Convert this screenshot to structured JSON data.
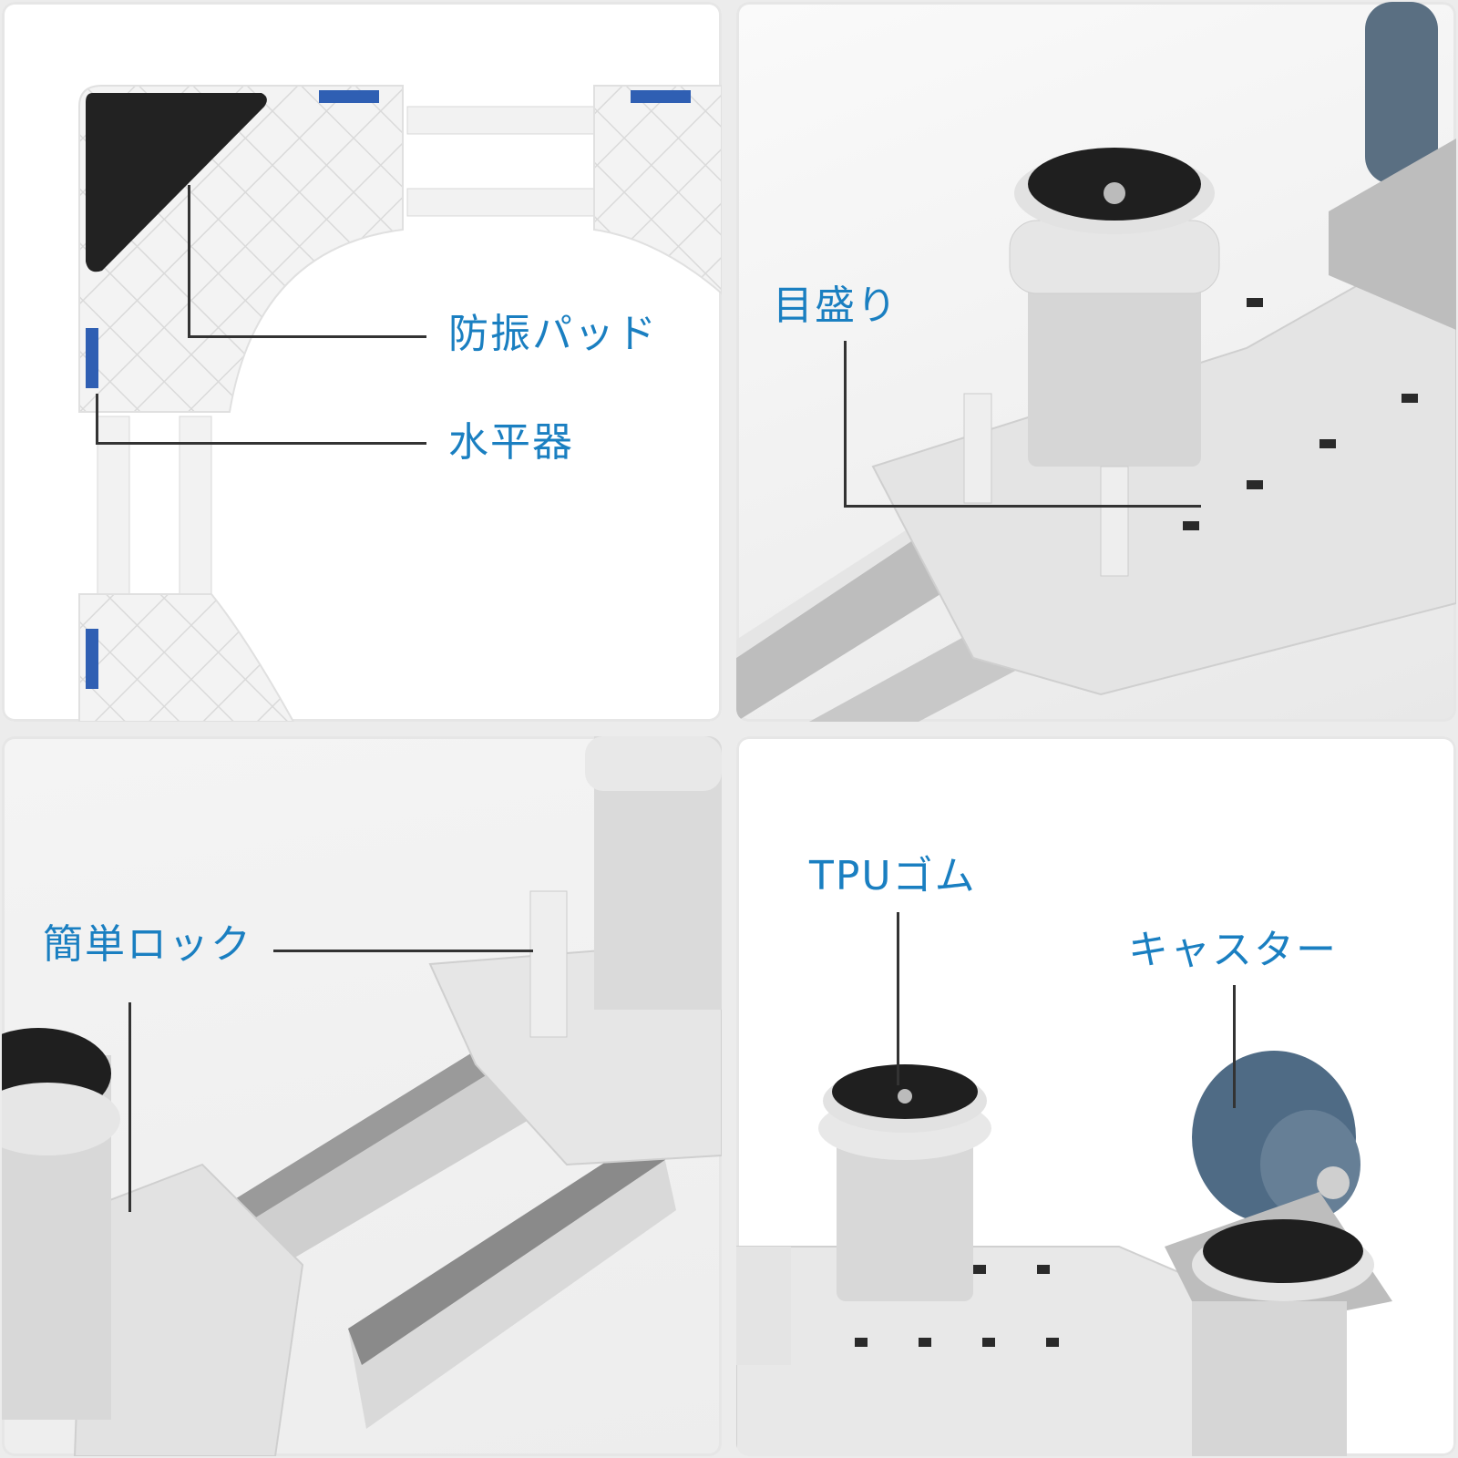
{
  "panels": [
    {
      "id": "top-left",
      "description": "Top view of corner frame",
      "labels": {
        "pad": "防振パッド",
        "level": "水平器"
      }
    },
    {
      "id": "top-right",
      "description": "Adjustable foot with scale",
      "labels": {
        "scale": "目盛り"
      }
    },
    {
      "id": "bottom-left",
      "description": "Easy lock mechanism",
      "labels": {
        "lock": "簡単ロック"
      }
    },
    {
      "id": "bottom-right",
      "description": "TPU rubber foot and caster",
      "labels": {
        "tpu": "TPUゴム",
        "caster": "キャスター"
      }
    }
  ],
  "colors": {
    "label_text": "#1a7fc1",
    "callout_line": "#333333",
    "level_blue": "#2f5fb3",
    "rubber_pad": "#222222",
    "caster_wheel": "#4f6b85"
  }
}
